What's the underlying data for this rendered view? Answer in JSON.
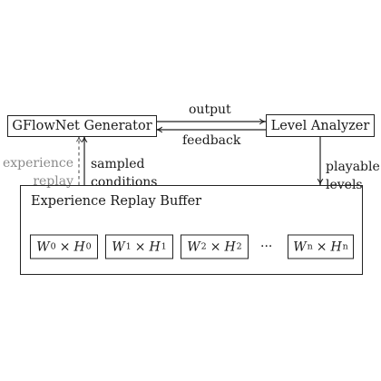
{
  "nodes": {
    "generator": "GFlowNet Generator",
    "analyzer": "Level Analyzer",
    "buffer": "Experience Replay Buffer"
  },
  "edges": {
    "output": "output",
    "feedback": "feedback",
    "experience_replay": [
      "experience",
      "replay"
    ],
    "sampled_conditions": [
      "sampled",
      "conditions"
    ],
    "playable_levels": [
      "playable",
      "levels"
    ]
  },
  "buffer_cells": [
    {
      "w": "W",
      "w_sub": "0",
      "h": "H",
      "h_sub": "0"
    },
    {
      "w": "W",
      "w_sub": "1",
      "h": "H",
      "h_sub": "1"
    },
    {
      "w": "W",
      "w_sub": "2",
      "h": "H",
      "h_sub": "2"
    },
    {
      "w": "W",
      "w_sub": "n",
      "h": "H",
      "h_sub": "n"
    }
  ],
  "ellipsis": "···",
  "times": "×"
}
